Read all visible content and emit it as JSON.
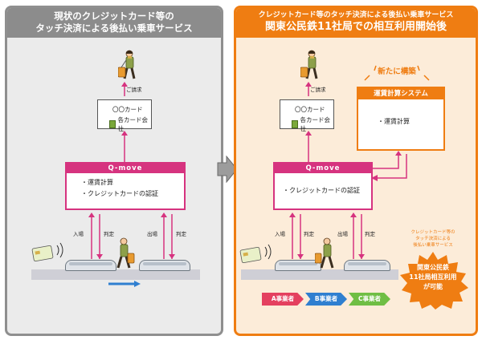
{
  "left_panel": {
    "title_line1": "現状のクレジットカード等の",
    "title_line2": "タッチ決済による後払い乗車サービス",
    "billing_label": "ご請求",
    "card_company_line1": "〇〇カード",
    "card_company_line2": "各カード会社",
    "qmove_title": "Q-move",
    "qmove_items": [
      "・運賃計算",
      "・クレジットカードの認証"
    ],
    "entry_label": "入場",
    "exit_label": "出場",
    "judge_label_1": "判定",
    "judge_label_2": "判定"
  },
  "right_panel": {
    "title_sub": "クレジットカード等のタッチ決済による後払い乗車サービス",
    "title_main": "関東公民鉄11社局での相互利用開始後",
    "billing_label": "ご請求",
    "card_company_line1": "〇〇カード",
    "card_company_line2": "各カード会社",
    "new_build_label": "新たに構築",
    "fare_system_title": "運賃計算システム",
    "fare_system_item": "・運賃計算",
    "qmove_title": "Q-move",
    "qmove_item": "・クレジットカードの認証",
    "entry_label": "入場",
    "exit_label": "出場",
    "judge_label_1": "判定",
    "judge_label_2": "判定",
    "note_lines": [
      "クレジットカード等の",
      "タッチ決済による",
      "後払い乗車サービス"
    ],
    "operators": [
      "A事業者",
      "B事業者",
      "C事業者"
    ],
    "burst_lines": [
      "関東公民鉄",
      "11社局相互利用",
      "が可能"
    ]
  },
  "colors": {
    "accent_orange": "#ef7d12",
    "qmove_magenta": "#d6337f",
    "left_header_gray": "#8c8c8c",
    "operator_red": "#e4405f",
    "operator_blue": "#2f7fd0",
    "operator_green": "#6fbe44"
  }
}
